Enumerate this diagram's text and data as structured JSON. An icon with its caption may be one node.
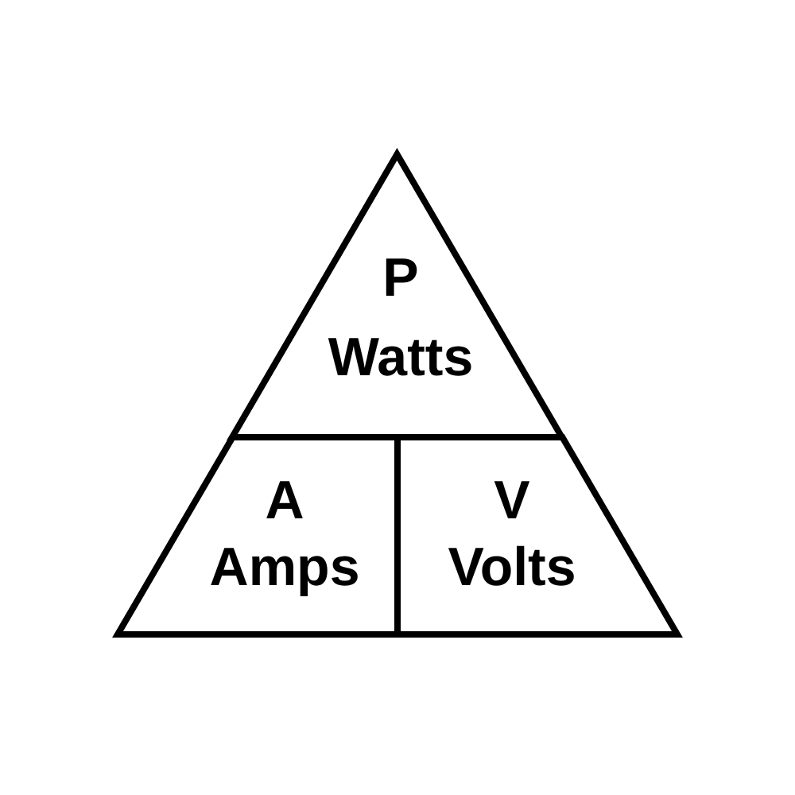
{
  "diagram": {
    "nodes": [
      {
        "text": [
          "P",
          "Watts"
        ]
      },
      {
        "text": [
          "A",
          "Amps"
        ]
      },
      {
        "text": [
          "V",
          "Volts"
        ]
      }
    ]
  }
}
